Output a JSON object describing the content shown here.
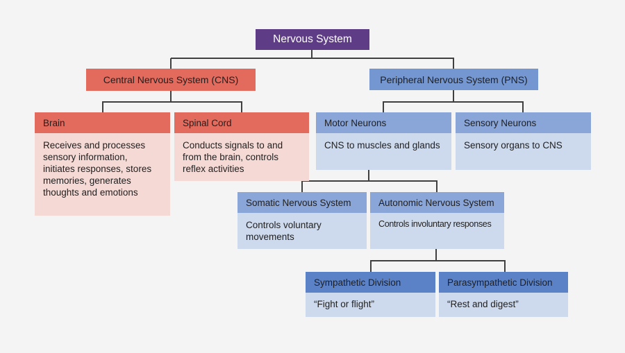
{
  "diagram": {
    "title": "Nervous System",
    "cns": {
      "label": "Central Nervous System (CNS)"
    },
    "pns": {
      "label": "Peripheral Nervous System (PNS)"
    },
    "brain": {
      "title": "Brain",
      "desc": "Receives and processes sensory information, initiates responses, stores memories, generates thoughts and emotions"
    },
    "spinal_cord": {
      "title": "Spinal Cord",
      "desc": "Conducts signals to and from the brain, controls reflex activities"
    },
    "motor_neurons": {
      "title": "Motor Neurons",
      "desc": "CNS to muscles and glands"
    },
    "sensory_neurons": {
      "title": "Sensory Neurons",
      "desc": "Sensory organs to CNS"
    },
    "somatic": {
      "title": "Somatic Nervous System",
      "desc": "Controls voluntary movements"
    },
    "autonomic": {
      "title": "Autonomic Nervous System",
      "desc": "Controls involuntary responses"
    },
    "sympathetic": {
      "title": "Sympathetic Division",
      "desc": "“Fight or flight”"
    },
    "parasympathetic": {
      "title": "Parasympathetic Division",
      "desc": "“Rest and digest”"
    }
  },
  "colors": {
    "background": "#f5f4f4",
    "root_purple": "#5e3c86",
    "cns_red": "#e26b5e",
    "cns_body_pink": "#f4d9d5",
    "pns_blue": "#7597d1",
    "subnode_blue_header": "#8aa5d8",
    "division_blue_header": "#5b82c7",
    "blue_body": "#cdd9ec",
    "connector": "#3f3f3f",
    "text_dark": "#1f1f1f",
    "text_light": "#ffffff"
  }
}
